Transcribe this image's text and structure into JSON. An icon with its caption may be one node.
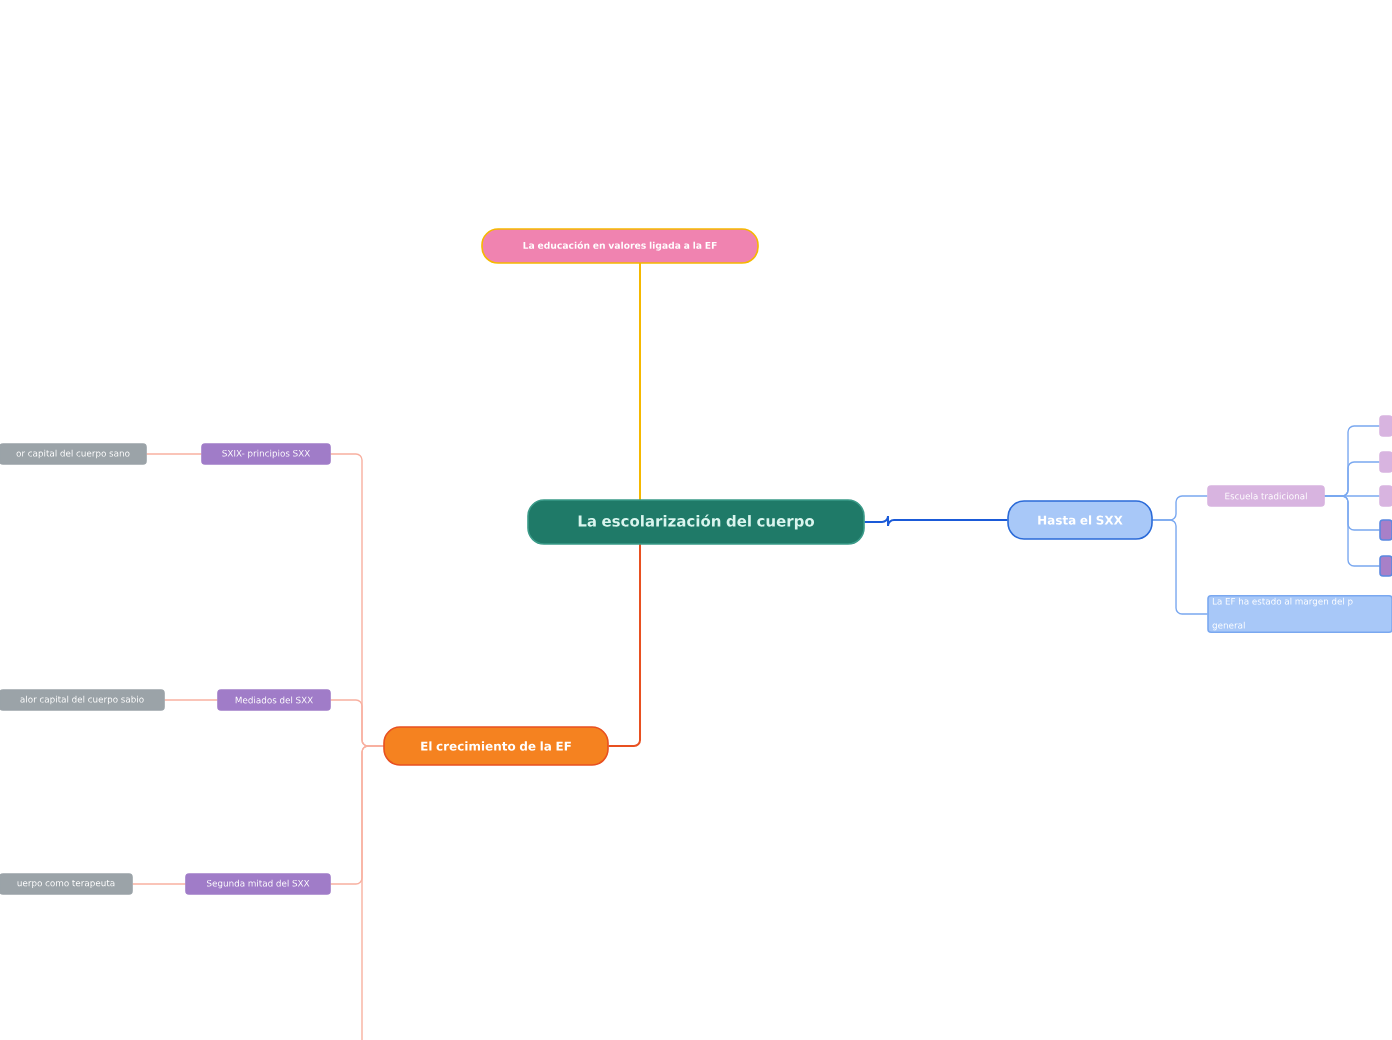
{
  "diagram": {
    "nodes": [
      {
        "text": [
          "La escolarización del cuerpo"
        ]
      },
      {
        "text": [
          "La educación en valores ligada a la EF"
        ]
      },
      {
        "text": [
          "Hasta el SXX"
        ]
      },
      {
        "text": [
          "El crecimiento de la EF"
        ]
      },
      {
        "text": [
          "SXIX- principios SXX"
        ]
      },
      {
        "text": [
          "Mediados del SXX"
        ]
      },
      {
        "text": [
          "Segunda mitad del SXX"
        ]
      },
      {
        "text": [
          "or capital del cuerpo sano"
        ]
      },
      {
        "text": [
          "alor capital del cuerpo sabio"
        ]
      },
      {
        "text": [
          "uerpo como terapeuta"
        ]
      },
      {
        "text": [
          "Escuela tradicional"
        ]
      },
      {
        "text": [],
        "shape": "box"
      },
      {
        "text": [],
        "shape": "box"
      },
      {
        "text": [],
        "shape": "box"
      },
      {
        "text": [],
        "shape": "box"
      },
      {
        "text": [],
        "shape": "box"
      },
      {
        "text": [
          "La EF ha estado al margen del p general"
        ]
      }
    ],
    "edges": [
      {
        "from": 0,
        "to": 1,
        "arrow": "none",
        "color": "#f5b800"
      },
      {
        "from": 0,
        "to": 2,
        "arrow": "none",
        "color": "#1a5ad8"
      },
      {
        "from": 0,
        "to": 3,
        "arrow": "none",
        "color": "#e85020"
      },
      {
        "from": 3,
        "to": 4,
        "arrow": "none",
        "color": "#f8b0a0"
      },
      {
        "from": 3,
        "to": 5,
        "arrow": "none",
        "color": "#f8b0a0"
      },
      {
        "from": 3,
        "to": 6,
        "arrow": "none",
        "color": "#f8b0a0"
      },
      {
        "from": 3,
        "to": null,
        "arrow": "none",
        "color": "#f8b0a0"
      },
      {
        "from": 4,
        "to": 7,
        "arrow": "none",
        "color": "#f8b0a0"
      },
      {
        "from": 5,
        "to": 8,
        "arrow": "none",
        "color": "#f8b0a0"
      },
      {
        "from": 6,
        "to": 9,
        "arrow": "none",
        "color": "#f8b0a0"
      },
      {
        "from": 2,
        "to": 10,
        "arrow": "none",
        "color": "#7aa8f0"
      },
      {
        "from": 2,
        "to": 16,
        "arrow": "none",
        "color": "#7aa8f0"
      },
      {
        "from": 10,
        "to": 11,
        "arrow": "none",
        "color": "#7aa8f0"
      },
      {
        "from": 10,
        "to": 12,
        "arrow": "none",
        "color": "#7aa8f0"
      },
      {
        "from": 10,
        "to": 13,
        "arrow": "none",
        "color": "#7aa8f0"
      },
      {
        "from": 10,
        "to": 14,
        "arrow": "none",
        "color": "#7aa8f0"
      },
      {
        "from": 10,
        "to": 15,
        "arrow": "none",
        "color": "#7aa8f0"
      }
    ]
  }
}
